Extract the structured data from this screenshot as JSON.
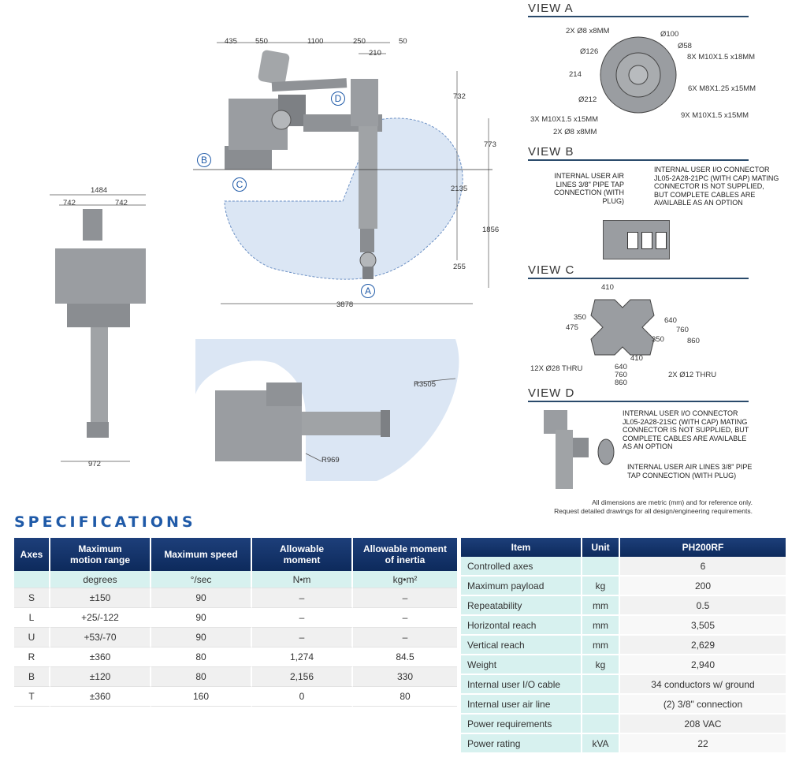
{
  "colors": {
    "accent": "#1f5aa8",
    "header": "#0d2a5c",
    "mint": "#d7f1ef",
    "reach": "#dbe6f4"
  },
  "side_view": {
    "dims_top": [
      "435",
      "550",
      "1100",
      "250",
      "50",
      "210"
    ],
    "dims_right": [
      "732",
      "773",
      "2135",
      "1856",
      "255"
    ],
    "dim_bottom": "3878",
    "labels": {
      "a": "A",
      "b": "B",
      "c": "C",
      "d": "D"
    }
  },
  "front_view": {
    "dim_total": "1484",
    "dim_left": "742",
    "dim_right": "742",
    "dim_bottom": "972"
  },
  "top_view": {
    "r_outer": "R3505",
    "r_inner": "R969"
  },
  "view_a": {
    "title": "VIEW A",
    "notes": [
      "2X Ø8 x8MM",
      "Ø100",
      "Ø58",
      "8X M10X1.5 x18MM",
      "Ø126",
      "214",
      "6X M8X1.25 x15MM",
      "Ø212",
      "3X M10X1.5 x15MM",
      "9X M10X1.5 x15MM",
      "2X Ø8 x8MM"
    ]
  },
  "view_b": {
    "title": "VIEW B",
    "note_left": "INTERNAL USER AIR LINES 3/8\" PIPE TAP CONNECTION (WITH PLUG)",
    "note_right": "INTERNAL USER I/O CONNECTOR JL05-2A28-21PC (WITH CAP) MATING CONNECTOR IS NOT SUPPLIED, BUT COMPLETE CABLES ARE AVAILABLE AS AN OPTION"
  },
  "view_c": {
    "title": "VIEW C",
    "dims": [
      "410",
      "350",
      "475",
      "640",
      "760",
      "860",
      "350",
      "410",
      "640",
      "760",
      "860"
    ],
    "note_holes": "12X Ø28 THRU",
    "note_pins": "2X Ø12 THRU"
  },
  "view_d": {
    "title": "VIEW D",
    "note_io": "INTERNAL USER I/O CONNECTOR JL05-2A28-21SC (WITH CAP) MATING CONNECTOR IS NOT SUPPLIED, BUT COMPLETE CABLES ARE AVAILABLE AS AN OPTION",
    "note_air": "INTERNAL USER AIR LINES 3/8\" PIPE TAP CONNECTION (WITH PLUG)"
  },
  "footnote": [
    "All dimensions are metric (mm) and for reference only.",
    "Request detailed drawings for all design/engineering requirements."
  ],
  "specs_title": "SPECIFICATIONS",
  "axes_table": {
    "headers": [
      "Axes",
      "Maximum motion range",
      "Maximum speed",
      "Allowable moment",
      "Allowable moment of inertia"
    ],
    "units": [
      "",
      "degrees",
      "°/sec",
      "N•m",
      "kg•m²"
    ],
    "rows": [
      [
        "S",
        "±150",
        "90",
        "–",
        "–"
      ],
      [
        "L",
        "+25/-122",
        "90",
        "–",
        "–"
      ],
      [
        "U",
        "+53/-70",
        "90",
        "–",
        "–"
      ],
      [
        "R",
        "±360",
        "80",
        "1,274",
        "84.5"
      ],
      [
        "B",
        "±120",
        "80",
        "2,156",
        "330"
      ],
      [
        "T",
        "±360",
        "160",
        "0",
        "80"
      ]
    ]
  },
  "item_table": {
    "headers": [
      "Item",
      "Unit",
      "PH200RF"
    ],
    "rows": [
      [
        "Controlled axes",
        "",
        "6"
      ],
      [
        "Maximum payload",
        "kg",
        "200"
      ],
      [
        "Repeatability",
        "mm",
        "0.5"
      ],
      [
        "Horizontal reach",
        "mm",
        "3,505"
      ],
      [
        "Vertical reach",
        "mm",
        "2,629"
      ],
      [
        "Weight",
        "kg",
        "2,940"
      ],
      [
        "Internal user I/O cable",
        "",
        "34 conductors w/ ground"
      ],
      [
        "Internal user air line",
        "",
        "(2) 3/8\" connection"
      ],
      [
        "Power requirements",
        "",
        "208 VAC"
      ],
      [
        "Power rating",
        "kVA",
        "22"
      ]
    ]
  }
}
